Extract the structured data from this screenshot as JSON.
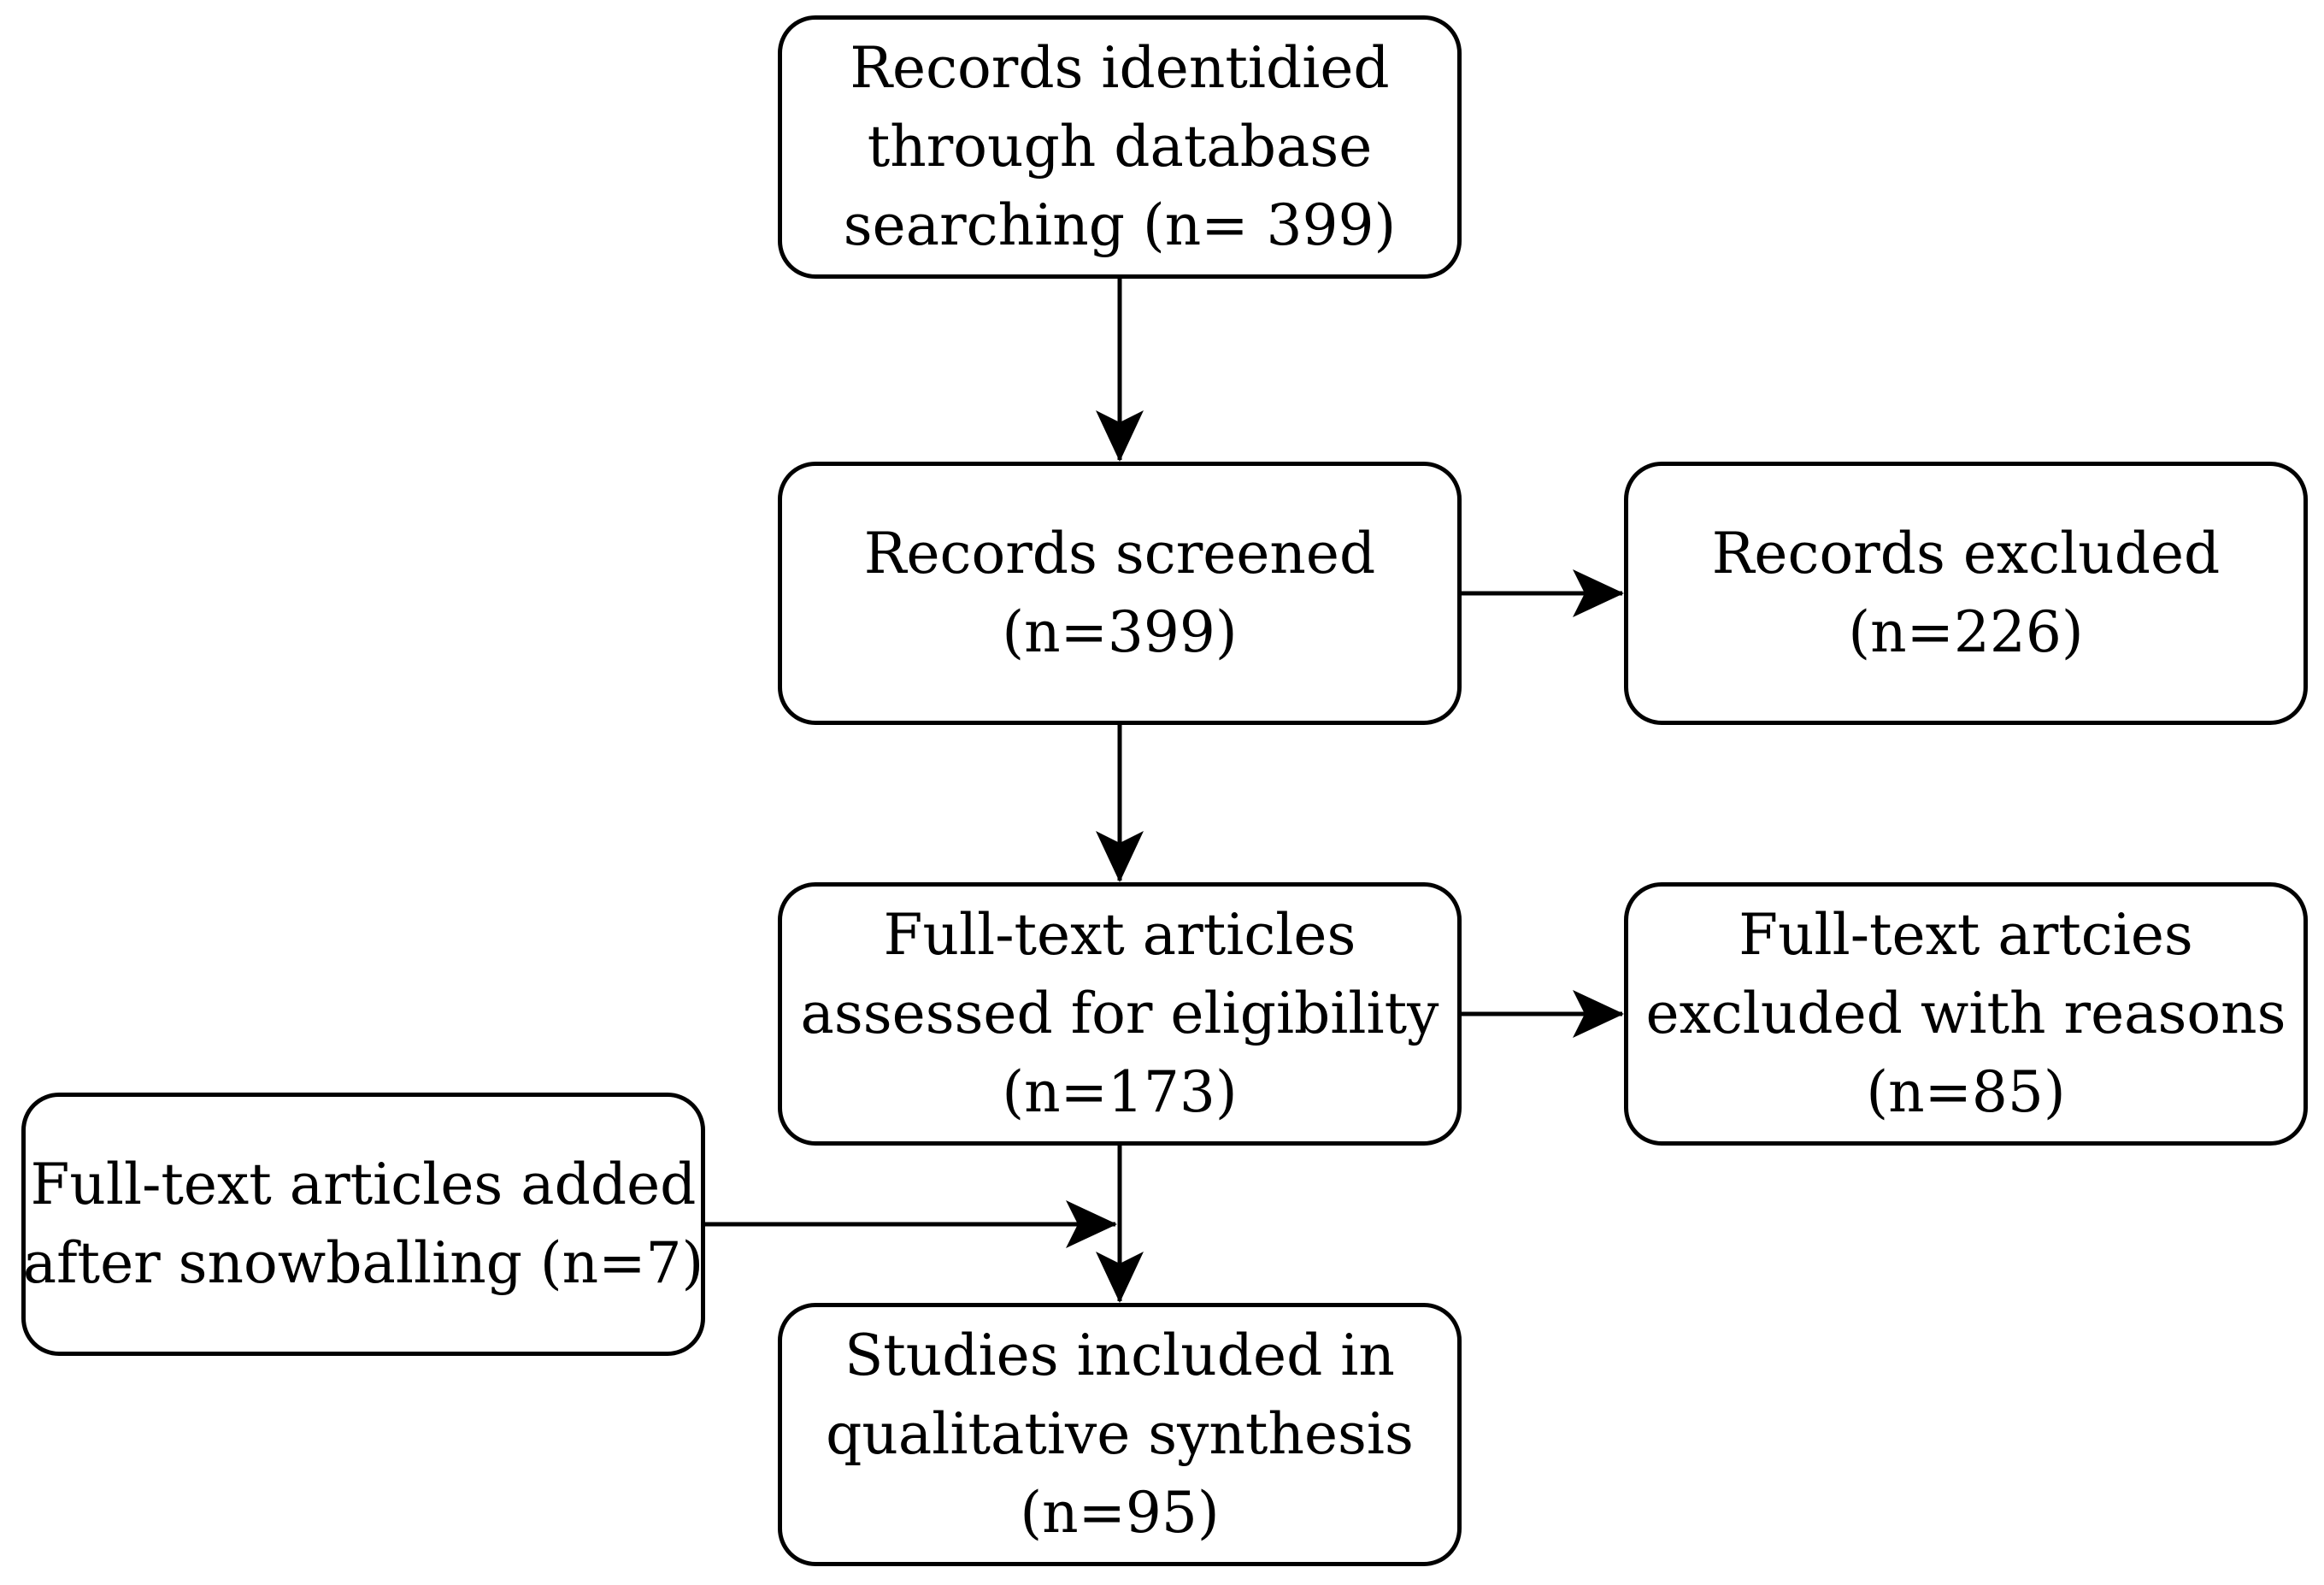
{
  "boxes": {
    "records_identified": {
      "lines": [
        "Records identidied",
        "through database",
        "searching (n= 399)"
      ]
    },
    "records_screened": {
      "lines": [
        "Records screened",
        "(n=399)"
      ]
    },
    "records_excluded": {
      "lines": [
        "Records excluded",
        "(n=226)"
      ]
    },
    "fulltext_assessed": {
      "lines": [
        "Full-text articles",
        "assessed for eligibility",
        "(n=173)"
      ]
    },
    "fulltext_excluded": {
      "lines": [
        "Full-text artcies",
        "excluded with reasons",
        "(n=85)"
      ]
    },
    "snowballing_added": {
      "lines": [
        "Full-text articles added",
        "after snowballing (n=7)"
      ]
    },
    "studies_included": {
      "lines": [
        "Studies included in",
        "qualitative synthesis",
        "(n=95)"
      ]
    }
  },
  "colors": {
    "stroke": "#000000",
    "background": "#ffffff",
    "text": "#000000"
  }
}
